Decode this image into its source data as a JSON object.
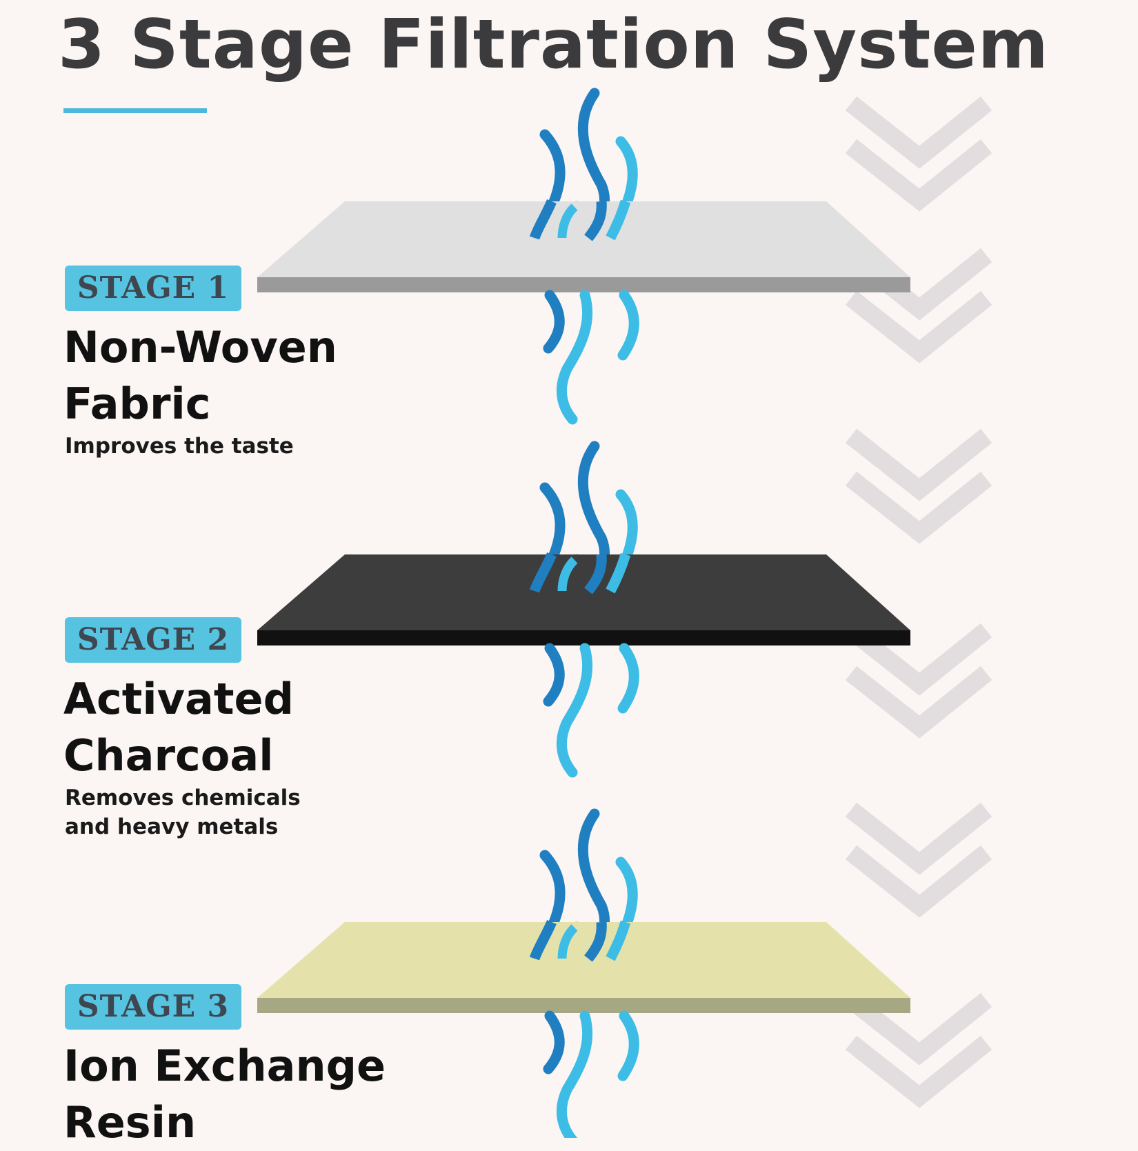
{
  "title": "3 Stage Filtration System",
  "colors": {
    "background": "#fbf5f3",
    "accent_blue": "#56c3e1",
    "wave_dark": "#1f7fc0",
    "wave_light": "#3dbde6",
    "chevron": "#e2dee0"
  },
  "stages": [
    {
      "badge": "STAGE 1",
      "name": "Non-Woven\nFabric",
      "description": "Improves the taste",
      "layer_top_color": "#e0e0e0",
      "layer_edge_color": "#9a9a9a"
    },
    {
      "badge": "STAGE 2",
      "name": "Activated\nCharcoal",
      "description": "Removes chemicals\nand heavy metals",
      "layer_top_color": "#3d3d3d",
      "layer_edge_color": "#111111"
    },
    {
      "badge": "STAGE 3",
      "name": "Ion Exchange\nResin",
      "description": "",
      "layer_top_color": "#e4e2aa",
      "layer_edge_color": "#a6a884"
    }
  ],
  "icons": [
    "water-flow-icon",
    "chevron-down-icon"
  ]
}
